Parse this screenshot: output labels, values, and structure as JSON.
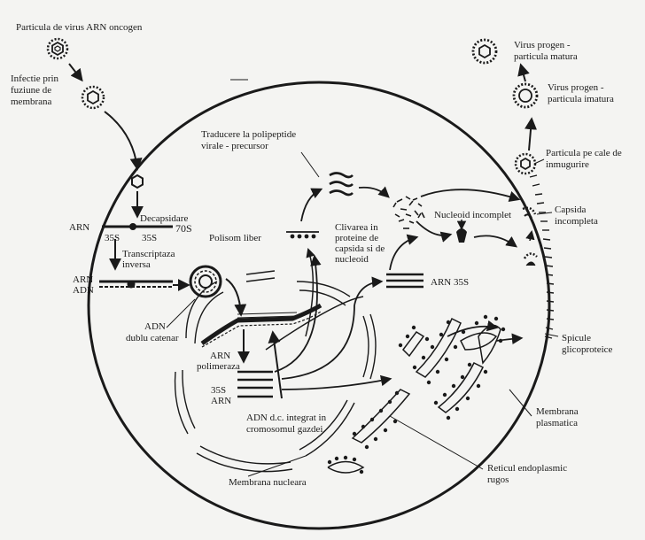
{
  "labels": {
    "virus_particle": "Particula de virus ARN oncogen",
    "infection_1": "Infectie prin",
    "infection_2": "fuziune de",
    "infection_3": "membrana",
    "arn_left": "ARN",
    "decapsidare": "Decapsidare",
    "s70": "70S",
    "s35_a": "35S",
    "s35_b": "35S",
    "transcr_1": "Transcriptaza",
    "transcr_2": "inversa",
    "arn_hybrid": "ARN",
    "adn_hybrid": "ADN",
    "adn_dc_1": "ADN",
    "adn_dc_2": "dublu catenar",
    "polisom": "Polisom liber",
    "traducere_1": "Traducere la polipeptide",
    "traducere_2": "virale - precursor",
    "clivarea_1": "Clivarea in",
    "clivarea_2": "proteine de",
    "clivarea_3": "capsida si de",
    "clivarea_4": "nucleoid",
    "nucleoid_incomplet": "Nucleoid incomplet",
    "arn35s": "ARN 35S",
    "arn_pol_1": "ARN",
    "arn_pol_2": "polimeraza",
    "s35_arn_1": "35S",
    "s35_arn_2": "ARN",
    "adn_integrat_1": "ADN d.c. integrat in",
    "adn_integrat_2": "cromosomul gazdei",
    "membrana_nucleara": "Membrana nucleara",
    "reticul_1": "Reticul endoplasmic",
    "reticul_2": "rugos",
    "virus_matur_1": "Virus progen -",
    "virus_matur_2": "particula matura",
    "virus_imatur_1": "Virus progen -",
    "virus_imatur_2": "particula imatura",
    "inmugurire_1": "Particula pe cale de",
    "inmugurire_2": "inmugurire",
    "capsida_1": "Capsida",
    "capsida_2": "incompleta",
    "spicule_1": "Spicule",
    "spicule_2": "glicoproteice",
    "membrana_plasm_1": "Membrana",
    "membrana_plasm_2": "plasmatica"
  },
  "colors": {
    "ink": "#1a1a1a",
    "paper": "#f4f4f2"
  }
}
